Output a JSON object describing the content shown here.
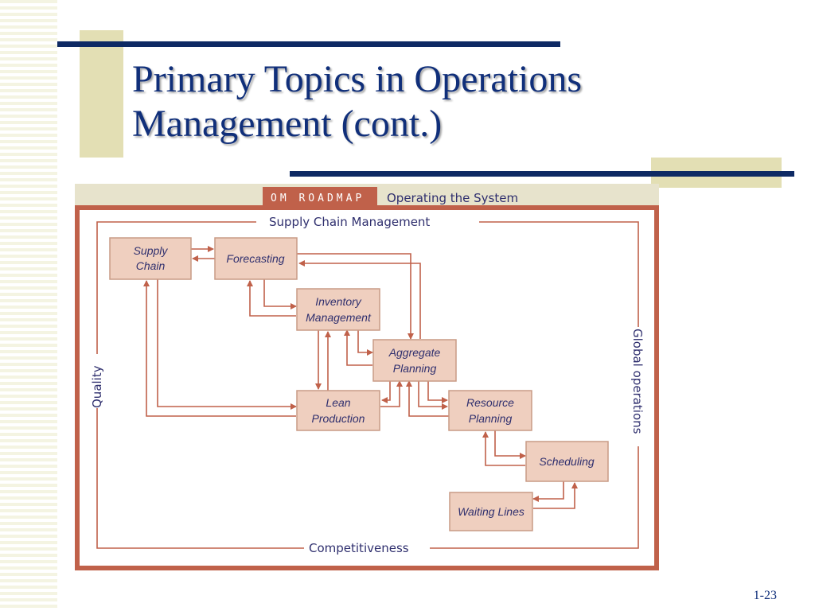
{
  "slide": {
    "title_line1": "Primary Topics in Operations",
    "title_line2": "Management (cont.)",
    "page_number": "1-23"
  },
  "diagram": {
    "roadmap_tag": "OM ROADMAP",
    "header": "Operating the System",
    "frame_top": "Supply Chain Management",
    "frame_bottom": "Competitiveness",
    "frame_left": "Quality",
    "frame_right": "Global operations",
    "boxes": {
      "supply_chain": [
        "Supply",
        "Chain"
      ],
      "forecasting": [
        "Forecasting"
      ],
      "inventory": [
        "Inventory",
        "Management"
      ],
      "aggregate": [
        "Aggregate",
        "Planning"
      ],
      "lean": [
        "Lean",
        "Production"
      ],
      "resource": [
        "Resource",
        "Planning"
      ],
      "scheduling": [
        "Scheduling"
      ],
      "waiting": [
        "Waiting Lines"
      ]
    },
    "colors": {
      "frame": "#c0614a",
      "box_fill": "#efcfbf",
      "box_stroke": "#c99b86",
      "header_band": "#e7e3cc",
      "roadmap_bg": "#c0614a",
      "text": "#2f2f6e"
    }
  }
}
